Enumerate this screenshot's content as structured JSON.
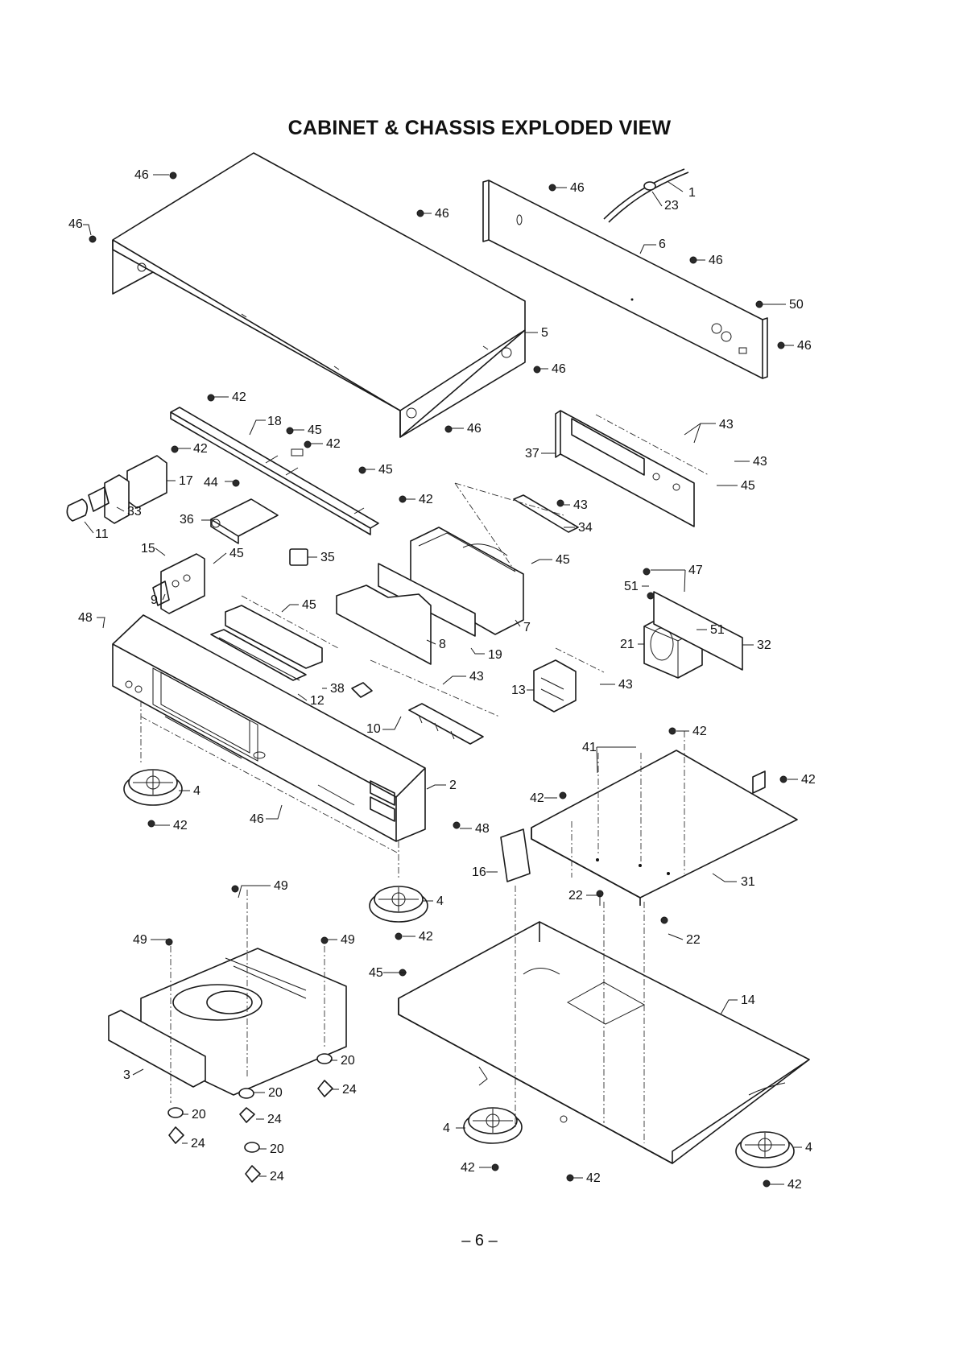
{
  "title": "CABINET & CHASSIS EXPLODED VIEW",
  "page_number": "– 6 –",
  "callouts": [
    {
      "label": "46"
    },
    {
      "label": "46"
    },
    {
      "label": "46"
    },
    {
      "label": "46"
    },
    {
      "label": "46"
    },
    {
      "label": "46"
    },
    {
      "label": "50"
    },
    {
      "label": "46"
    },
    {
      "label": "1"
    },
    {
      "label": "23"
    },
    {
      "label": "6"
    },
    {
      "label": "5"
    },
    {
      "label": "46"
    },
    {
      "label": "42"
    },
    {
      "label": "18"
    },
    {
      "label": "45"
    },
    {
      "label": "42"
    },
    {
      "label": "42"
    },
    {
      "label": "17"
    },
    {
      "label": "44"
    },
    {
      "label": "45"
    },
    {
      "label": "42"
    },
    {
      "label": "33"
    },
    {
      "label": "36"
    },
    {
      "label": "11"
    },
    {
      "label": "15"
    },
    {
      "label": "45"
    },
    {
      "label": "35"
    },
    {
      "label": "9"
    },
    {
      "label": "37"
    },
    {
      "label": "43"
    },
    {
      "label": "43"
    },
    {
      "label": "45"
    },
    {
      "label": "43"
    },
    {
      "label": "34"
    },
    {
      "label": "45"
    },
    {
      "label": "7"
    },
    {
      "label": "19"
    },
    {
      "label": "8"
    },
    {
      "label": "47"
    },
    {
      "label": "51"
    },
    {
      "label": "51"
    },
    {
      "label": "21"
    },
    {
      "label": "32"
    },
    {
      "label": "48"
    },
    {
      "label": "45"
    },
    {
      "label": "38"
    },
    {
      "label": "12"
    },
    {
      "label": "43"
    },
    {
      "label": "10"
    },
    {
      "label": "13"
    },
    {
      "label": "43"
    },
    {
      "label": "2"
    },
    {
      "label": "48"
    },
    {
      "label": "4"
    },
    {
      "label": "42"
    },
    {
      "label": "46"
    },
    {
      "label": "41"
    },
    {
      "label": "42"
    },
    {
      "label": "42"
    },
    {
      "label": "42"
    },
    {
      "label": "31"
    },
    {
      "label": "16"
    },
    {
      "label": "22"
    },
    {
      "label": "22"
    },
    {
      "label": "49"
    },
    {
      "label": "4"
    },
    {
      "label": "42"
    },
    {
      "label": "49"
    },
    {
      "label": "49"
    },
    {
      "label": "45"
    },
    {
      "label": "14"
    },
    {
      "label": "20"
    },
    {
      "label": "24"
    },
    {
      "label": "20"
    },
    {
      "label": "3"
    },
    {
      "label": "20"
    },
    {
      "label": "24"
    },
    {
      "label": "24"
    },
    {
      "label": "20"
    },
    {
      "label": "24"
    },
    {
      "label": "4"
    },
    {
      "label": "42"
    },
    {
      "label": "42"
    },
    {
      "label": "4"
    },
    {
      "label": "42"
    }
  ]
}
